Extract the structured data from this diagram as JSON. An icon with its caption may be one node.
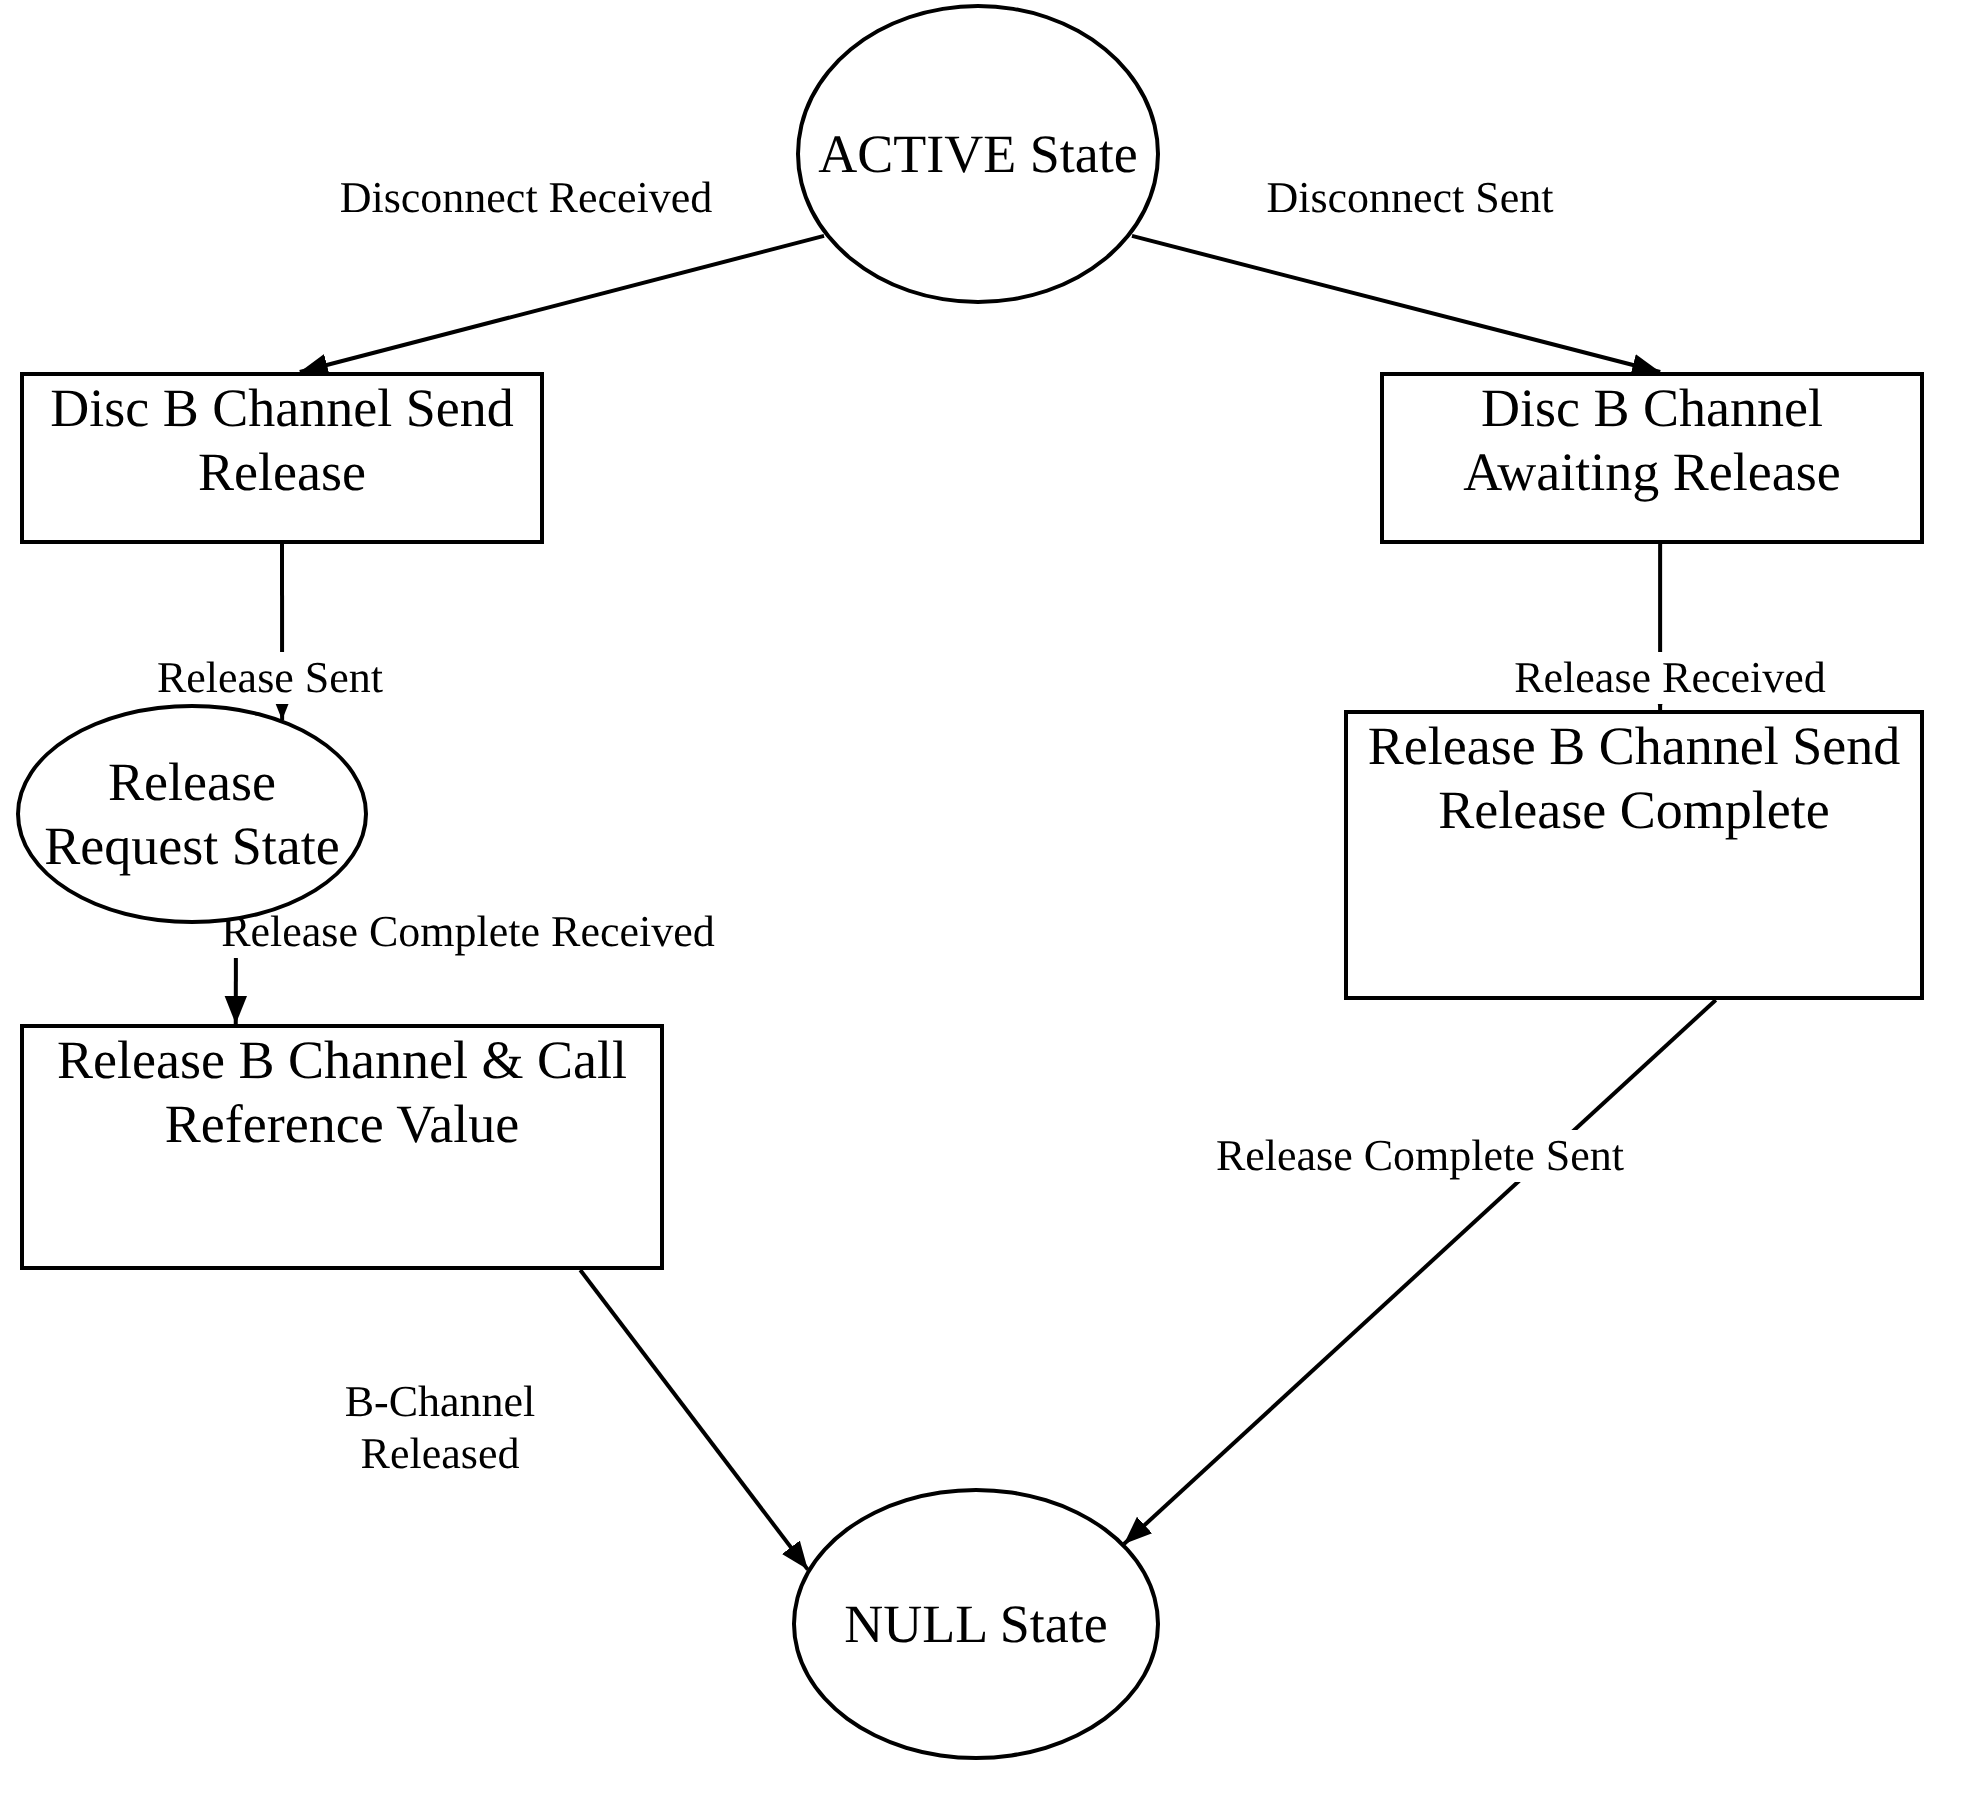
{
  "diagram": {
    "nodes": [
      {
        "text": [
          "ACTIVE State"
        ]
      },
      {
        "text": [
          "Disc B Channel Send Release"
        ]
      },
      {
        "text": [
          "Disc B Channel Awaiting Release"
        ]
      },
      {
        "text": [
          "Release Request State"
        ]
      },
      {
        "text": [
          "Release B Channel Send Release Complete"
        ]
      },
      {
        "text": [
          "Release B Channel & Call Reference Value"
        ]
      },
      {
        "text": [
          "NULL State"
        ]
      }
    ],
    "edges": [
      {
        "from": 0,
        "to": 1,
        "arrow": "to",
        "label": "Disconnect Received"
      },
      {
        "from": 0,
        "to": 2,
        "arrow": "to",
        "label": "Disconnect Sent"
      },
      {
        "from": 1,
        "to": 3,
        "arrow": "to",
        "label": "Release Sent"
      },
      {
        "from": 2,
        "to": 4,
        "arrow": "to",
        "label": "Release Received"
      },
      {
        "from": 3,
        "to": 5,
        "arrow": "to",
        "label": "Release Complete Received"
      },
      {
        "from": 4,
        "to": 6,
        "arrow": "to",
        "label": "Release Complete Sent"
      },
      {
        "from": 5,
        "to": 6,
        "arrow": "to",
        "label": "B-Channel Released"
      }
    ]
  }
}
